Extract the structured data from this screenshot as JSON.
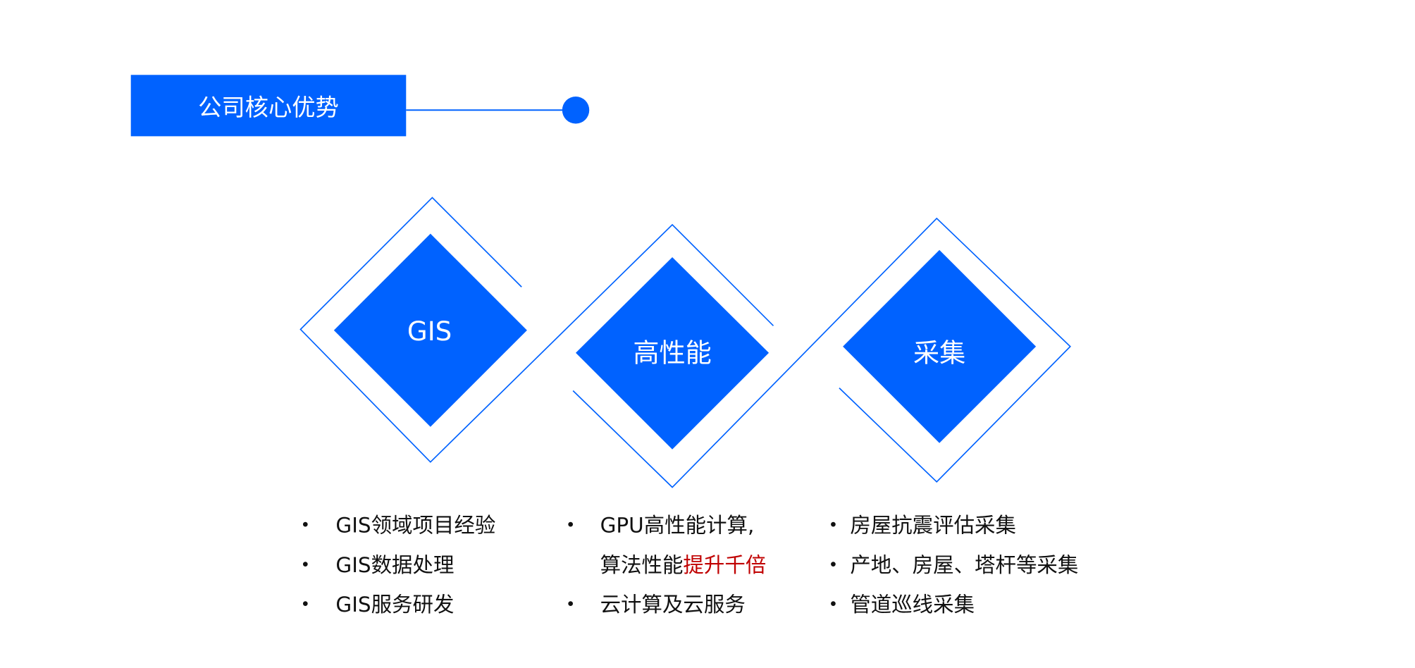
{
  "header": {
    "title": "公司核心优势"
  },
  "colors": {
    "accent": "#0062ff",
    "highlight": "#c00000"
  },
  "diamonds": [
    {
      "label": "GIS"
    },
    {
      "label": "高性能"
    },
    {
      "label": "采集"
    }
  ],
  "columns": [
    {
      "items": [
        {
          "bullet": "•",
          "text": "GIS领域项目经验"
        },
        {
          "bullet": "•",
          "text": "GIS数据处理"
        },
        {
          "bullet": "•",
          "text": "GIS服务研发"
        }
      ]
    },
    {
      "items": [
        {
          "bullet": "•",
          "text": "GPU高性能计算,"
        },
        {
          "bullet": "",
          "text": "算法性能",
          "highlight": "提升千倍"
        },
        {
          "bullet": "•",
          "text": "云计算及云服务"
        }
      ]
    },
    {
      "items": [
        {
          "bullet": "•",
          "text": "房屋抗震评估采集"
        },
        {
          "bullet": "•",
          "text": "产地、房屋、塔杆等采集"
        },
        {
          "bullet": "•",
          "text": "管道巡线采集"
        }
      ]
    }
  ]
}
